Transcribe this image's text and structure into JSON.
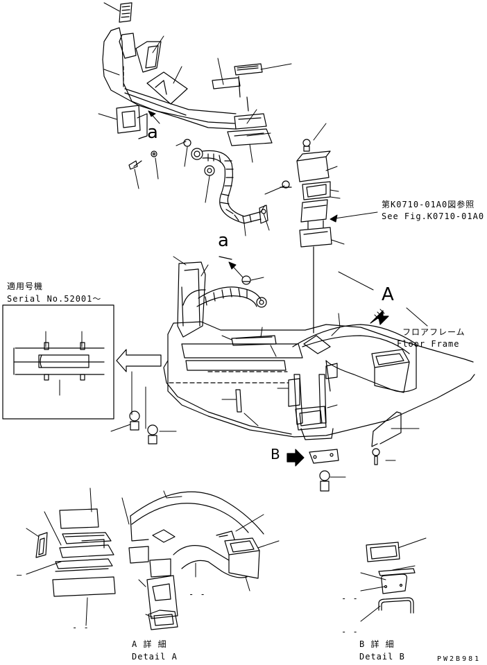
{
  "labels": {
    "ref_ja": "第K0710-01A0図参照",
    "ref_en": "See Fig.K0710-01A0",
    "serial_ja": "適用号機",
    "serial_en": "Serial No.52001～",
    "floor_ja": "フロアフレーム",
    "floor_en": "Floor Frame",
    "view_a": "A",
    "view_b": "B",
    "detail_a_ja": "A 詳 細",
    "detail_a_en": "Detail A",
    "detail_b_ja": "B 詳 細",
    "detail_b_en": "Detail B",
    "ref_a_upper": "a",
    "ref_a_lower": "a",
    "drawing_code": "PW2B981",
    "dash1": "–",
    "dash2": "- -",
    "dash3": "- -",
    "dash4": "- -",
    "dash5": "- -"
  },
  "icons": {
    "arrow_a": "hatched-arrow-icon",
    "arrow_b": "solid-arrow-icon",
    "arrow_detail": "hollow-arrow-icon"
  },
  "colors": {
    "line": "#000000",
    "background": "#ffffff"
  }
}
